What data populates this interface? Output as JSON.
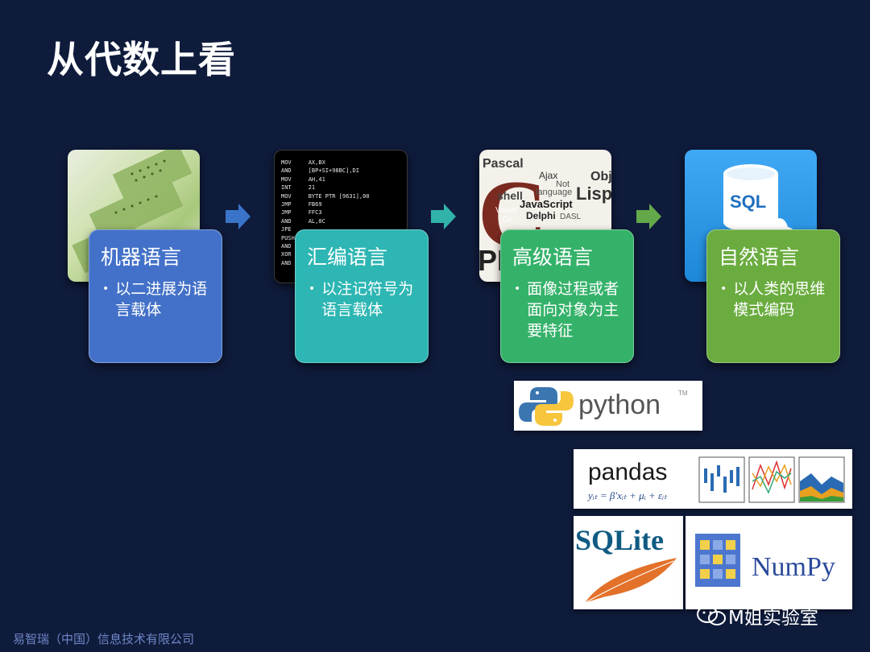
{
  "title": "从代数上看",
  "cards": [
    {
      "title": "机器语言",
      "bullet": "以二进展为语言载体"
    },
    {
      "title": "汇编语言",
      "bullet": "以注记符号为语言载体"
    },
    {
      "title": "高级语言",
      "bullet": "面像过程或者面向对象为主要特征"
    },
    {
      "title": "自然语言",
      "bullet": "以人类的思维模式编码"
    }
  ],
  "asm_code": [
    "MOV     AX,BX",
    "AND     [BP+SI+98BC],DI",
    "MOV     AH,41",
    "INT     21",
    "MOV     BYTE PTR [9631],00",
    "JMP     FB69",
    "JMP     FFC3",
    "AND     AL,0C",
    "JPE",
    "PUSH",
    "AND",
    "XOR",
    "AND"
  ],
  "hl_words": [
    "Pascal",
    "C",
    "shell",
    "JavaScript",
    "Lisp",
    "Delphi",
    "Visual",
    "Go",
    "Ajax",
    "language",
    "Obj",
    "PH",
    "Not",
    "DASL"
  ],
  "sql_label": "SQL",
  "logos": {
    "python": "python",
    "python_tm": "TM",
    "pandas": "pandas",
    "pandas_formula": "yᵢₜ = β′xᵢₜ + μᵢ + εᵢₜ",
    "sqlite": "SQLite",
    "numpy": "NumPy"
  },
  "footer": "易智瑞（中国）信息技术有限公司",
  "watermark": "M姐实验室",
  "colors": {
    "background": "#0f1b3b",
    "machine": "#4371c9",
    "assembly": "#2db6b3",
    "highlevel": "#35b26a",
    "natural": "#6aac3f"
  }
}
